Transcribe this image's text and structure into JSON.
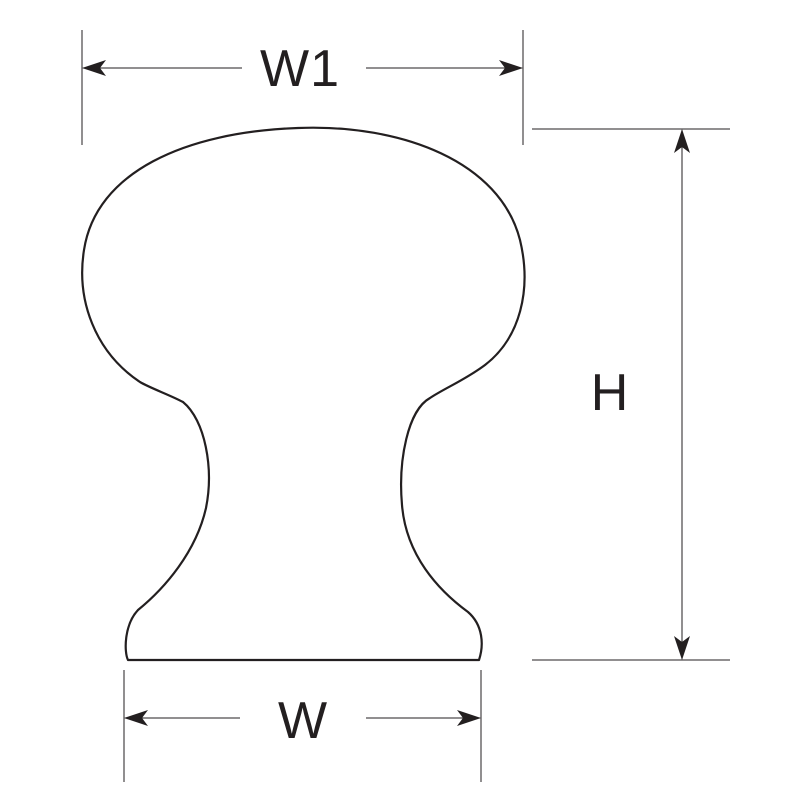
{
  "drawing": {
    "labels": {
      "top_width": "W1",
      "height": "H",
      "base_width": "W"
    },
    "colors": {
      "background": "#ffffff",
      "line": "#231f20"
    }
  }
}
